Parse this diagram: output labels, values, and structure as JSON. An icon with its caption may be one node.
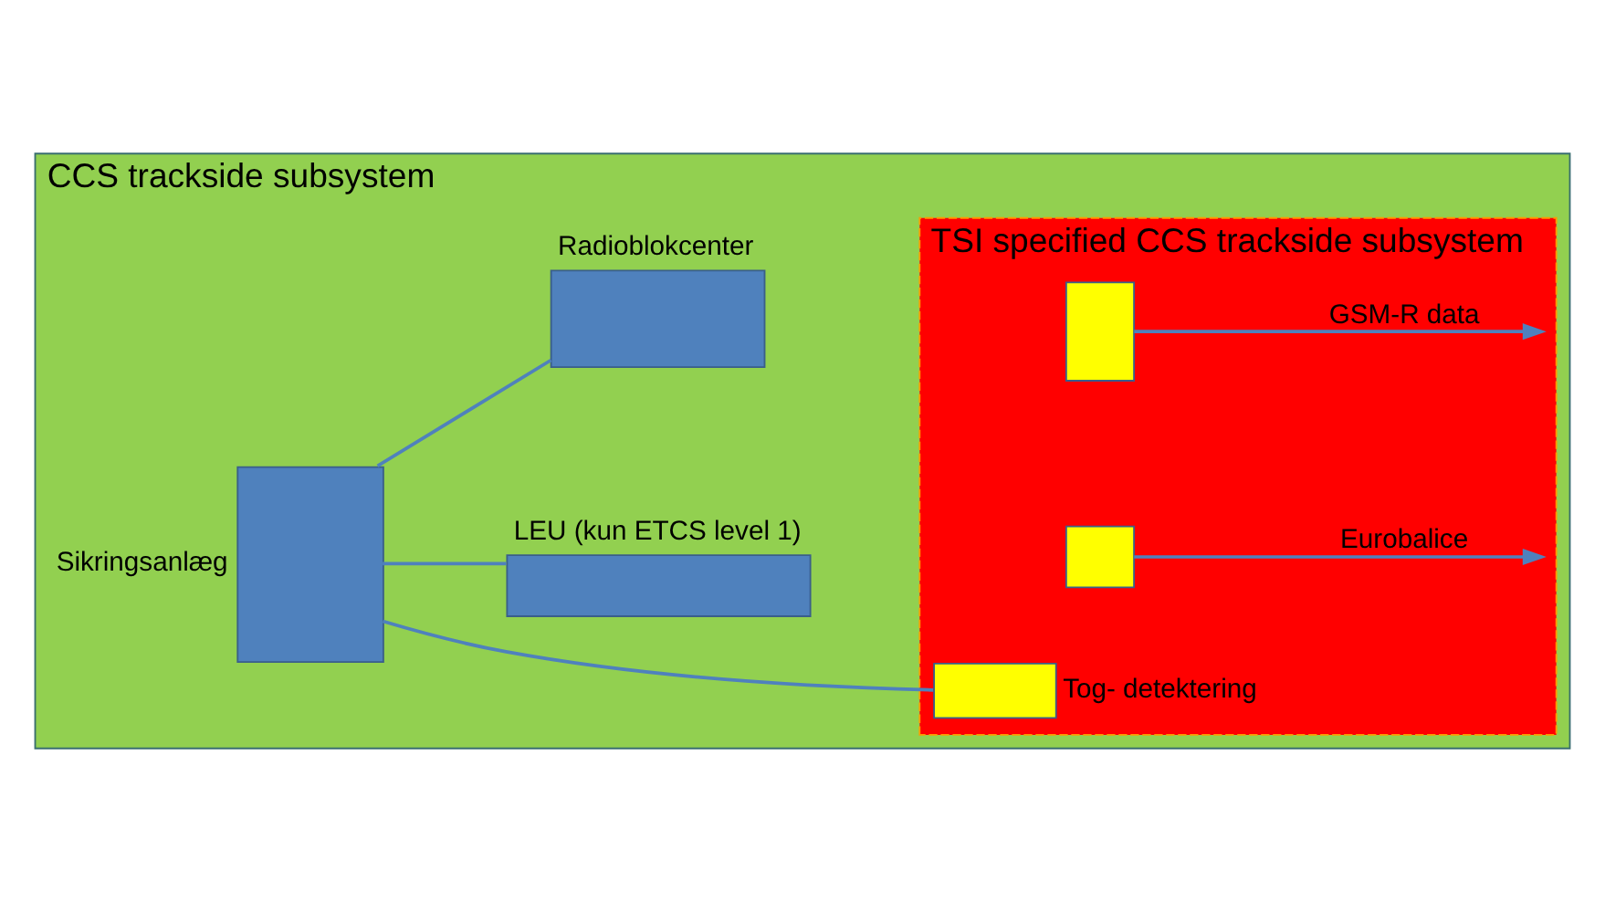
{
  "diagram": {
    "nodes": [
      {
        "text": [
          "CCS trackside subsystem"
        ]
      },
      {
        "text": [
          "TSI specified CCS trackside subsystem"
        ],
        "in": 0
      },
      {
        "text": [],
        "shape": "box",
        "beside": [
          "Sikringsanlæg"
        ],
        "in": 0
      },
      {
        "text": [],
        "shape": "box",
        "beside": [
          "Radioblokcenter"
        ],
        "in": 0
      },
      {
        "text": [],
        "shape": "box",
        "in": 1
      },
      {
        "text": [],
        "shape": "box",
        "beside": [
          "LEU (kun ETCS level 1)"
        ],
        "in": 0
      },
      {
        "text": [],
        "shape": "box",
        "in": 1
      },
      {
        "text": [],
        "shape": "box",
        "beside": [
          "Tog- detektering"
        ],
        "in": 1
      }
    ],
    "edges": [
      {
        "from": 2,
        "to": 3,
        "arrow": "none"
      },
      {
        "from": 4,
        "to": null,
        "arrow": "to",
        "label": "GSM-R data"
      },
      {
        "from": 2,
        "to": 5,
        "arrow": "none"
      },
      {
        "from": 6,
        "to": null,
        "arrow": "to",
        "label": "Eurobalice"
      },
      {
        "from": 2,
        "to": 7,
        "arrow": "none"
      }
    ]
  }
}
